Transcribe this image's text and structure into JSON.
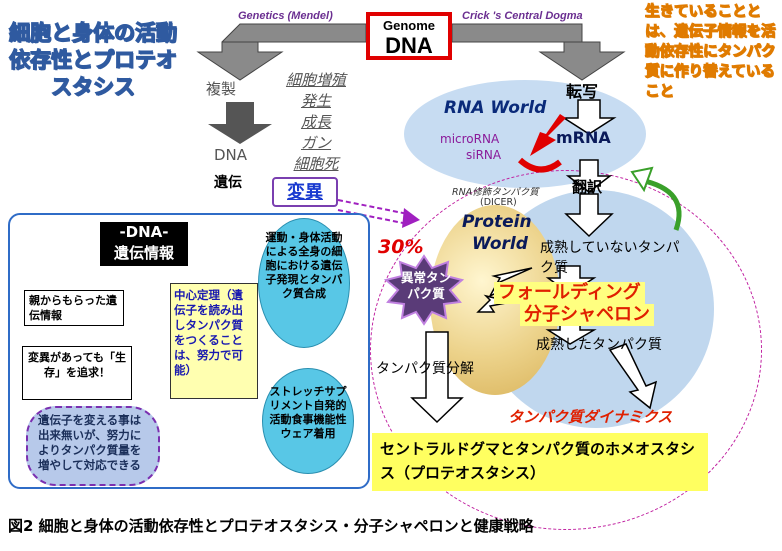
{
  "title_left": "細胞と身体の活動依存性とプロテオスタシス",
  "title_right": "生きていることとは、遺伝子情報を活動依存性にタンパク質に作り替えていること",
  "genetics_label": "Genetics (Mendel)",
  "crick_label": "Crick 's Central Dogma",
  "genome": {
    "small": "Genome",
    "big": "DNA"
  },
  "left_branch": {
    "fukusei": "複製",
    "dna": "DNA",
    "iden": "遺伝",
    "effects": [
      "細胞増殖",
      "発生",
      "成長",
      "ガン",
      "細胞死"
    ],
    "henni": "変異"
  },
  "right_branch": {
    "tensha": "転写",
    "rna_world": "RNA World",
    "microrna": "microRNA",
    "sirna": "siRNA",
    "mrna": "mRNA",
    "honyaku": "翻訳",
    "rna_modifier": "RNA修飾タンパク質",
    "dicer": "(DICER)",
    "protein_world_1": "Protein",
    "protein_world_2": "World",
    "percent": "30%",
    "immature": "成熟していないタンパク質",
    "abnormal": "異常タンパク質",
    "folding_1": "フォールディング",
    "folding_2": "分子シャペロン",
    "mature": "成熟したタンパク質",
    "degradation": "タンパク質分解",
    "dynamics": "タンパク質ダイナミクス",
    "bottom": "セントラルドグマとタンパク質のホメオスタシス（プロテオスタシス）"
  },
  "dna_panel": {
    "header_1": "-DNA-",
    "header_2": "遺伝情報",
    "box1": "親からもらった遺伝情報",
    "box2": "変異があっても「生存」を追求！",
    "yellow": "中心定理（遺伝子を読み出しタンパク質をつくることは、努力で可能）",
    "bubble1": "運動・身体活動による全身の細胞における遺伝子発現とタンパク質合成",
    "bubble2": "ストレッチサプリメント自発的活動食事機能性ウェア着用",
    "cloud": "遺伝子を変える事は出来無いが、努力に　よりタンパク質量を増やして対応できる"
  },
  "caption": "図2 細胞と身体の活動依存性とプロテオスタシス・分子シャペロンと健康戦略"
}
